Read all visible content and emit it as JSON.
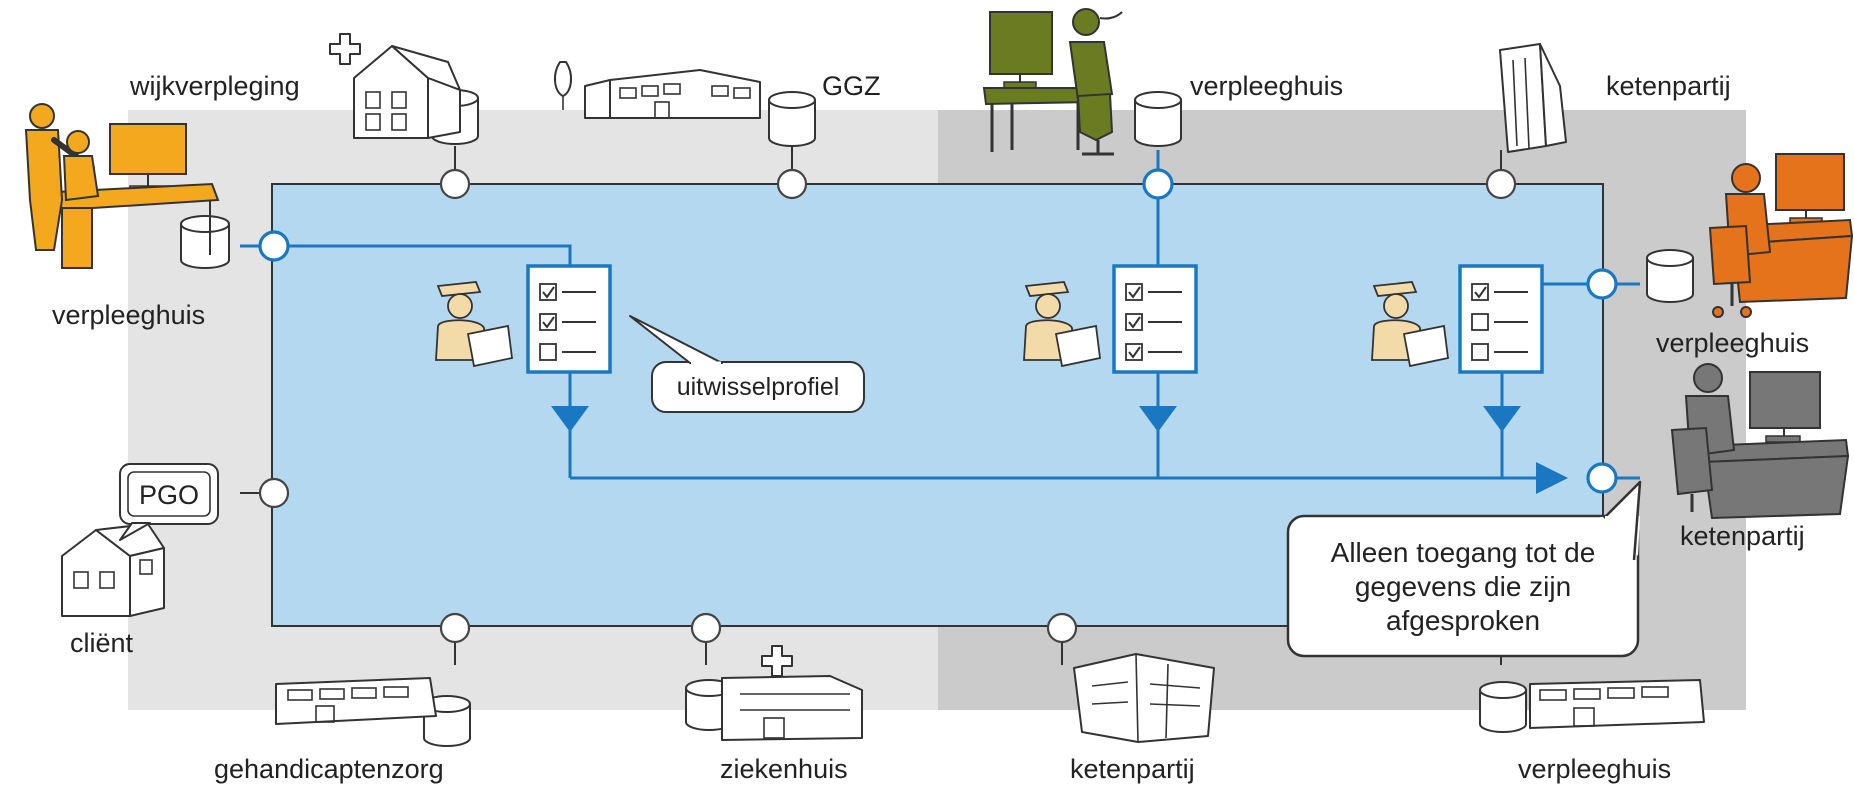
{
  "participants": {
    "top": [
      {
        "id": "wijkverpleging",
        "label": "wijkverpleging"
      },
      {
        "id": "ggz",
        "label": "GGZ"
      },
      {
        "id": "verpleeghuis-top",
        "label": "verpleeghuis"
      },
      {
        "id": "ketenpartij-top",
        "label": "ketenpartij"
      }
    ],
    "left": [
      {
        "id": "verpleeghuis-left",
        "label": "verpleeghuis"
      },
      {
        "id": "client",
        "label": "cliënt",
        "bubble": "PGO"
      }
    ],
    "right": [
      {
        "id": "verpleeghuis-right",
        "label": "verpleeghuis"
      },
      {
        "id": "ketenpartij-right",
        "label": "ketenpartij"
      }
    ],
    "bottom": [
      {
        "id": "gehandicaptenzorg",
        "label": "gehandicaptenzorg"
      },
      {
        "id": "ziekenhuis",
        "label": "ziekenhuis"
      },
      {
        "id": "ketenpartij-bottom",
        "label": "ketenpartij"
      },
      {
        "id": "verpleeghuis-bottom",
        "label": "verpleeghuis"
      }
    ]
  },
  "callouts": {
    "profile": "uitwisselprofiel",
    "access": [
      "Alleen toegang tot de",
      "gegevens die zijn",
      "afgesproken"
    ]
  },
  "checklists": [
    {
      "id": "checklist-1",
      "checked": [
        true,
        true,
        false
      ]
    },
    {
      "id": "checklist-2",
      "checked": [
        true,
        true,
        true
      ]
    },
    {
      "id": "checklist-3",
      "checked": [
        true,
        false,
        false
      ]
    }
  ],
  "colors": {
    "network_fill": "#b4d8ef",
    "network_border": "#333333",
    "flow_line": "#1a78c2",
    "zone_light": "#e4e4e4",
    "zone_dark": "#cbcbcb",
    "person_orange": "#f4a81d",
    "person_green": "#6b7b21",
    "person_darkorange": "#e4731b",
    "person_gray": "#777777",
    "guard_skin": "#f2dba8"
  }
}
